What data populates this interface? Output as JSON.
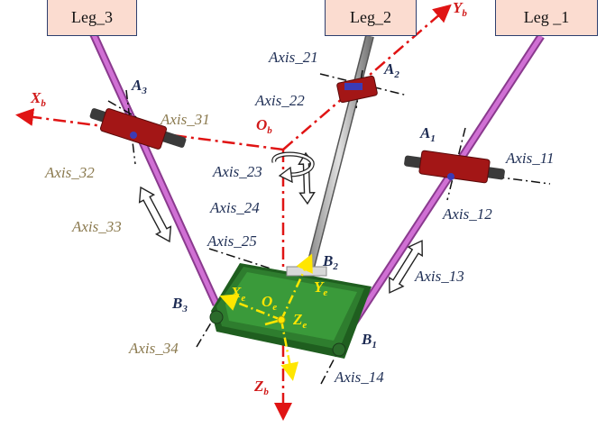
{
  "legs": {
    "leg1": "Leg _1",
    "leg2": "Leg_2",
    "leg3": "Leg_3"
  },
  "axes": {
    "a11": "Axis_11",
    "a12": "Axis_12",
    "a13": "Axis_13",
    "a14": "Axis_14",
    "a21": "Axis_21",
    "a22": "Axis_22",
    "a23": "Axis_23",
    "a24": "Axis_24",
    "a25": "Axis_25",
    "a31": "Axis_31",
    "a32": "Axis_32",
    "a33": "Axis_33",
    "a34": "Axis_34"
  },
  "joints": {
    "A1": {
      "main": "A",
      "sub": "1"
    },
    "A2": {
      "main": "A",
      "sub": "2"
    },
    "A3": {
      "main": "A",
      "sub": "3"
    },
    "B1": {
      "main": "B",
      "sub": "1"
    },
    "B2": {
      "main": "B",
      "sub": "2"
    },
    "B3": {
      "main": "B",
      "sub": "3"
    }
  },
  "frames": {
    "Xb": {
      "main": "X",
      "sub": "b"
    },
    "Yb": {
      "main": "Y",
      "sub": "b"
    },
    "Zb": {
      "main": "Z",
      "sub": "b"
    },
    "Ob": {
      "main": "O",
      "sub": "b"
    },
    "Xe": {
      "main": "X",
      "sub": "e"
    },
    "Ye": {
      "main": "Y",
      "sub": "e"
    },
    "Ze": {
      "main": "Z",
      "sub": "e"
    },
    "Oe": {
      "main": "O",
      "sub": "e"
    }
  },
  "colors": {
    "base_frame": "#e01414",
    "end_frame": "#ffe600",
    "leg_rod": "#c455c8",
    "platform": "#2e7d2e",
    "actuator": "#a31616",
    "label_olive": "#8b7a4f",
    "label_navy": "#1f2f55"
  },
  "icons": [
    "double-arrow-icon",
    "rotation-arrow-icon"
  ]
}
